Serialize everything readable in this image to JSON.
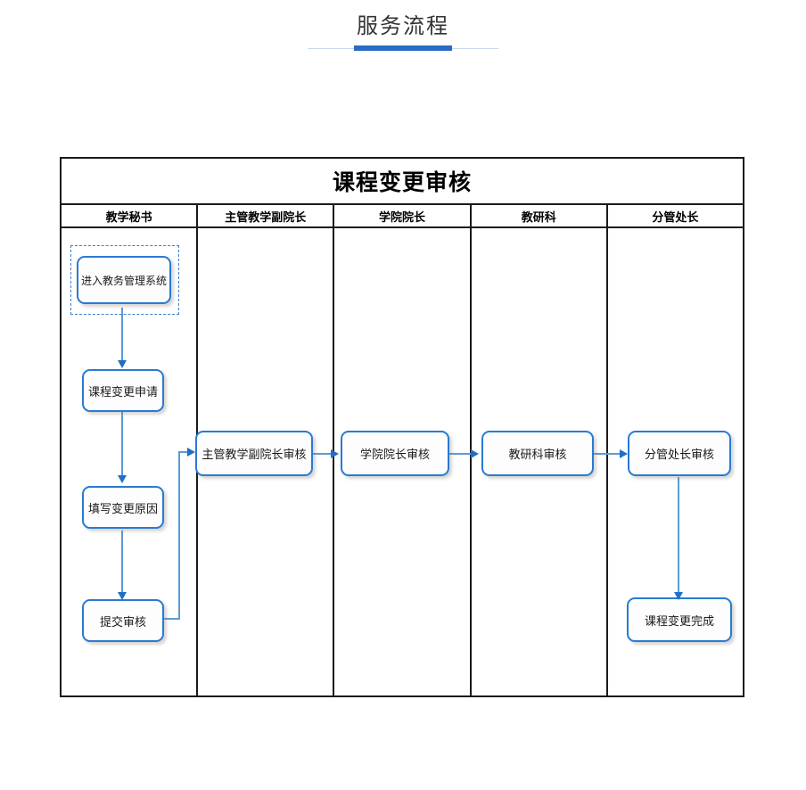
{
  "page": {
    "title": "服务流程",
    "accent_color": "#2a6cc4",
    "rule_color": "#c5d8ec"
  },
  "swimlane": {
    "title": "课程变更审核",
    "border_color": "#1a1a1a",
    "lanes": [
      {
        "label": "教学秘书"
      },
      {
        "label": "主管教学副院长"
      },
      {
        "label": "学院院长"
      },
      {
        "label": "教研科"
      },
      {
        "label": "分管处长"
      }
    ]
  },
  "flow": {
    "node_border_color": "#2a7ad2",
    "connector_color": "#5b9bd5",
    "arrowhead_color": "#1f6fc4",
    "nodes": [
      {
        "id": "n1",
        "label": "进入教务管理系统",
        "lane": "教学秘书",
        "selected": true
      },
      {
        "id": "n2",
        "label": "课程变更申请",
        "lane": "教学秘书",
        "selected": false
      },
      {
        "id": "n3",
        "label": "填写变更原因",
        "lane": "教学秘书",
        "selected": false
      },
      {
        "id": "n4",
        "label": "提交审核",
        "lane": "教学秘书",
        "selected": false
      },
      {
        "id": "n5",
        "label": "主管教学副院长审核",
        "lane": "主管教学副院长",
        "selected": false
      },
      {
        "id": "n6",
        "label": "学院院长审核",
        "lane": "学院院长",
        "selected": false
      },
      {
        "id": "n7",
        "label": "教研科审核",
        "lane": "教研科",
        "selected": false
      },
      {
        "id": "n8",
        "label": "分管处长审核",
        "lane": "分管处长",
        "selected": false
      },
      {
        "id": "n9",
        "label": "课程变更完成",
        "lane": "分管处长",
        "selected": false
      }
    ],
    "edges": [
      {
        "from": "n1",
        "to": "n2"
      },
      {
        "from": "n2",
        "to": "n3"
      },
      {
        "from": "n3",
        "to": "n4"
      },
      {
        "from": "n4",
        "to": "n5"
      },
      {
        "from": "n5",
        "to": "n6"
      },
      {
        "from": "n6",
        "to": "n7"
      },
      {
        "from": "n7",
        "to": "n8"
      },
      {
        "from": "n8",
        "to": "n9"
      }
    ]
  }
}
